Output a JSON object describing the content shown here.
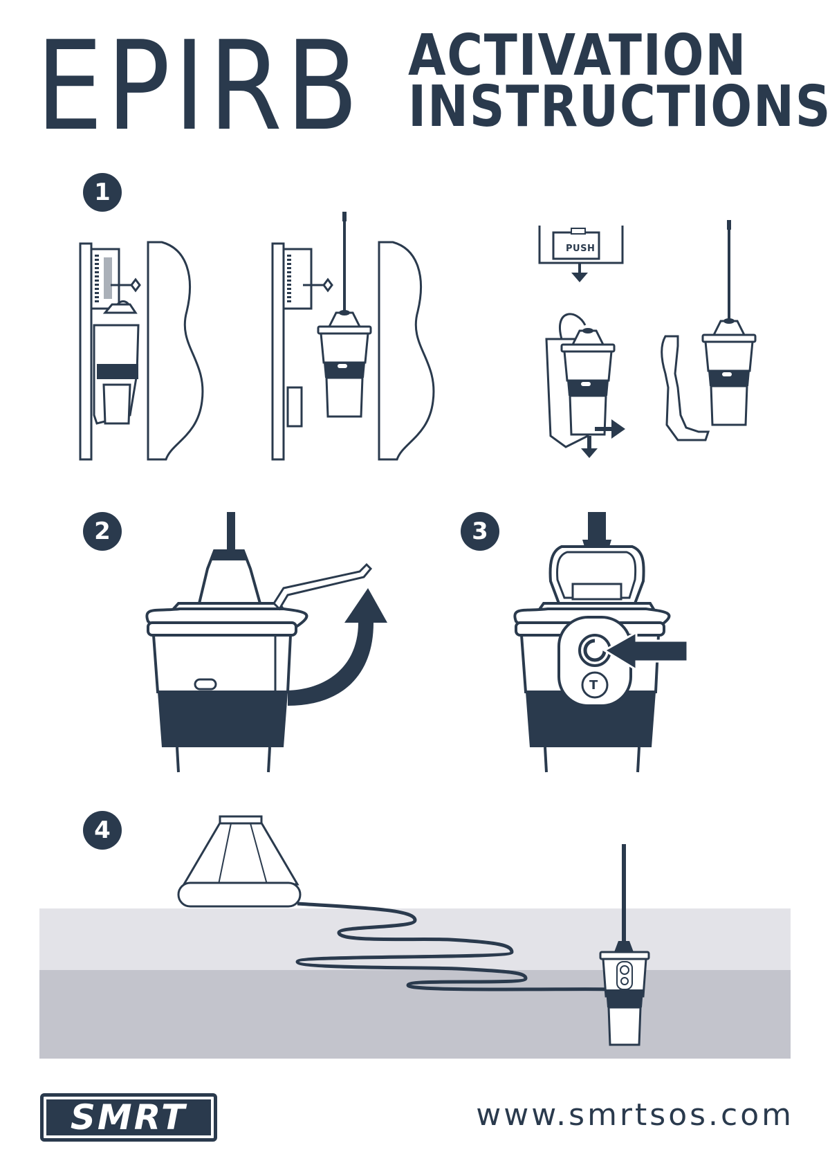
{
  "header": {
    "title": "EPIRB",
    "subtitle_line1": "ACTIVATION",
    "subtitle_line2": "INSTRUCTIONS"
  },
  "steps": [
    {
      "number": "1"
    },
    {
      "number": "2"
    },
    {
      "number": "3"
    },
    {
      "number": "4"
    }
  ],
  "step1": {
    "push_label": "PUSH"
  },
  "step3": {
    "test_button_label": "T"
  },
  "footer": {
    "logo_text": "SMRT",
    "url": "www.smrtsos.com"
  },
  "colors": {
    "ink": "#2a3a4d",
    "water_light": "#e3e3e8",
    "water_dark": "#c3c4cc",
    "paper": "#ffffff"
  }
}
